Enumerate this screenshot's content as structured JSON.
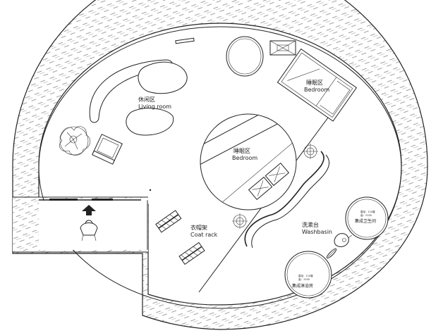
{
  "rooms": {
    "living": {
      "zh": "休闲区",
      "en": "Living room"
    },
    "bedroom_top": {
      "zh": "睡眠区",
      "en": "Bedroom"
    },
    "bedroom_center": {
      "zh": "睡眠区",
      "en": "Bedroom"
    },
    "coat_rack": {
      "zh": "衣帽架",
      "en": "Coat rack"
    },
    "washbasin": {
      "zh": "洗漱台",
      "en": "Washbasin"
    },
    "toilet": {
      "zh": "集成卫生间",
      "note1": "直径：110厘",
      "note2": "高：2100"
    },
    "shower": {
      "zh": "集成淋浴房",
      "note1": "直径：110厘",
      "note2": "高：1100"
    }
  },
  "icons": [
    "entrance-arrow-icon",
    "potted-plant-icon",
    "shower-head-icon",
    "toilet-icon"
  ],
  "colors": {
    "line": "#222222",
    "hatch": "#777777",
    "background": "#ffffff"
  }
}
